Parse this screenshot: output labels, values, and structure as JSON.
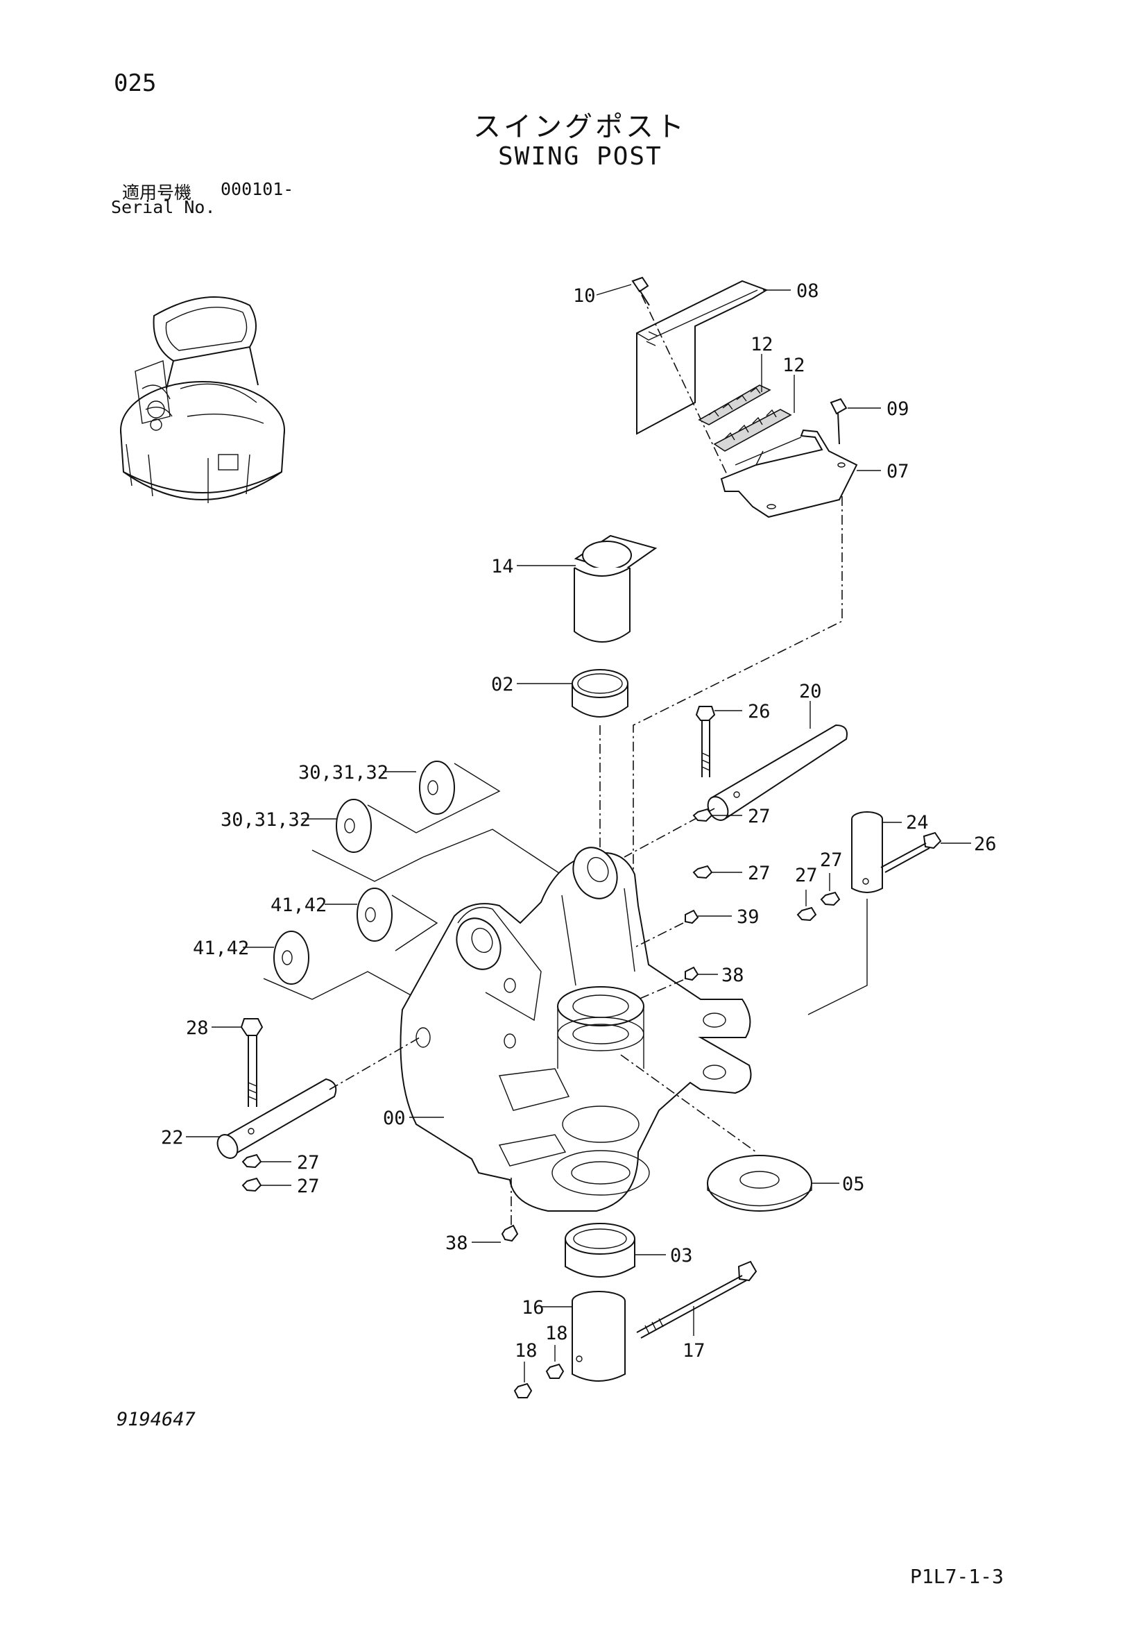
{
  "header": {
    "page_number": "025",
    "title_jp": "スイングポスト",
    "title_en": "SWING POST",
    "serial_label_jp": "適用号機",
    "serial_value": "000101-",
    "serial_label_en": "Serial No."
  },
  "footer": {
    "drawing_number": "9194647",
    "sheet_code": "P1L7-1-3"
  },
  "callouts": {
    "c10": "10",
    "c08": "08",
    "c12a": "12",
    "c12b": "12",
    "c09": "09",
    "c07": "07",
    "c14": "14",
    "c02": "02",
    "c20": "20",
    "c26a": "26",
    "c30a": "30,31,32",
    "c30b": "30,31,32",
    "c27a": "27",
    "c27b": "27",
    "c24": "24",
    "c26b": "26",
    "c27c": "27",
    "c27d": "27",
    "c41a": "41,42",
    "c41b": "41,42",
    "c39": "39",
    "c38a": "38",
    "c28": "28",
    "c22": "22",
    "c00": "00",
    "c27e": "27",
    "c27f": "27",
    "c05": "05",
    "c38b": "38",
    "c03": "03",
    "c16": "16",
    "c18a": "18",
    "c18b": "18",
    "c17": "17"
  }
}
